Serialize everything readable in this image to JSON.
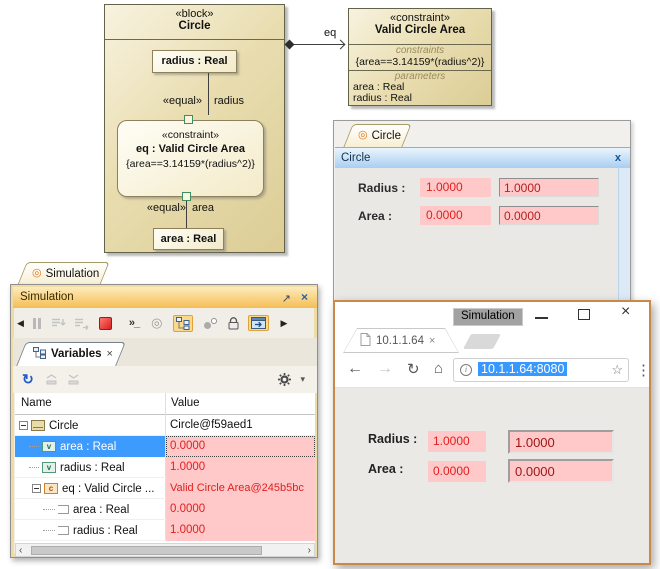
{
  "colors": {
    "error_field_bg": "#FFC9C9",
    "error_text": "#E02020",
    "row_selection_blue": "#3D9BFD",
    "url_selection_blue": "#3799FD",
    "sim_titlebar_orange": "#F5BE55",
    "circle_titlebar_blue": "#A9CEF0",
    "browser_frame_orange": "#C8894B",
    "diagram_tan": "#E3D6A4",
    "stop_button_red": "#D81F1F",
    "toolbar_highlight": "#FBD98B"
  },
  "icons": {
    "tab_target": "◎",
    "close": "×",
    "restore": "↗",
    "collapse_left": "◀",
    "expand_right": "▶",
    "console": "»_",
    "target": "◎",
    "refresh": "↻",
    "dropdown": "▾",
    "star": "☆",
    "menu": "⋮",
    "back": "←",
    "forward": "→",
    "reload": "↻",
    "home": "⌂",
    "info": "i",
    "scroll_left": "‹",
    "scroll_right": "›",
    "threads_caption": ""
  },
  "diagram": {
    "block": {
      "stereotype": "«block»",
      "name": "Circle"
    },
    "radius_part": "radius : Real",
    "area_part": "area : Real",
    "equal_stereotype_radius": "«equal»",
    "radius_binding_label": "radius",
    "equal_stereotype_area": "«equal»",
    "area_binding_label": "area",
    "constraint_property": {
      "stereotype": "«constraint»",
      "name": "eq : Valid Circle Area",
      "expression": "{area==3.14159*(radius^2)}"
    },
    "connector_label": "eq",
    "constraint_block": {
      "stereotype": "«constraint»",
      "name": "Valid Circle Area",
      "constraints_caption": "constraints",
      "expression": "{area==3.14159*(radius^2)}",
      "parameters_caption": "parameters",
      "parameters": [
        "area : Real",
        "radius : Real"
      ]
    }
  },
  "circle_panel": {
    "tab": "Circle",
    "title": "Circle",
    "close": "x",
    "fields": [
      {
        "label": "Radius :",
        "text_value": "1.0000",
        "input_value": "1.0000"
      },
      {
        "label": "Area :",
        "text_value": "0.0000",
        "input_value": "0.0000"
      }
    ]
  },
  "simulation_panel": {
    "tab": "Simulation",
    "title": "Simulation",
    "variables_tab": "Variables",
    "table": {
      "columns": [
        "Name",
        "Value"
      ],
      "rows": [
        {
          "name": "Circle",
          "value": "Circle@f59aed1",
          "type": "block",
          "expanded": true,
          "selected": false
        },
        {
          "name": "area : Real",
          "value": "0.0000",
          "type": "value-property",
          "expanded": false,
          "selected": true
        },
        {
          "name": "radius : Real",
          "value": "1.0000",
          "type": "value-property",
          "expanded": false,
          "selected": false
        },
        {
          "name": "eq : Valid Circle ...",
          "value": "Valid Circle Area@245b5bc",
          "type": "constraint-property",
          "expanded": true,
          "selected": false
        },
        {
          "name": "area : Real",
          "value": "0.0000",
          "type": "constraint-parameter",
          "expanded": false,
          "selected": false
        },
        {
          "name": "radius : Real",
          "value": "1.0000",
          "type": "constraint-parameter",
          "expanded": false,
          "selected": false
        }
      ]
    }
  },
  "browser": {
    "window_title": "Simulation",
    "tab_title": "10.1.1.64",
    "url": "10.1.1.64:8080",
    "fields": [
      {
        "label": "Radius :",
        "text_value": "1.0000",
        "input_value": "1.0000"
      },
      {
        "label": "Area :",
        "text_value": "0.0000",
        "input_value": "0.0000"
      }
    ]
  }
}
